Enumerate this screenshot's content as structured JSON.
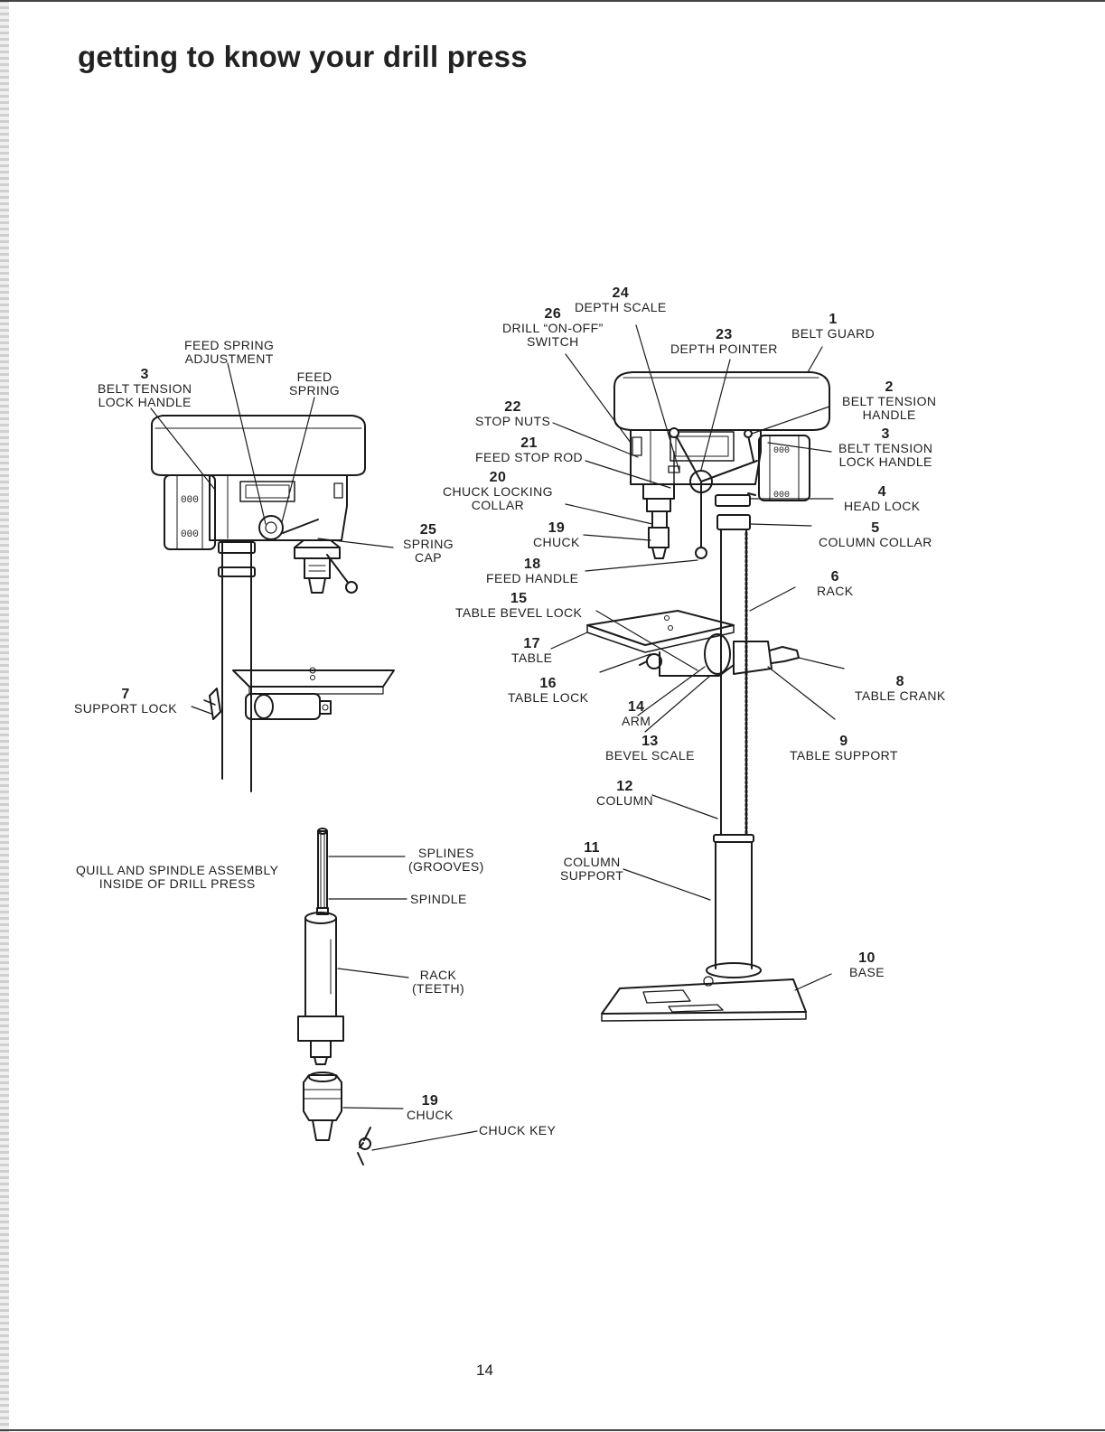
{
  "page": {
    "title": "getting to know your drill press",
    "page_number": "14"
  },
  "labels": {
    "c24": {
      "num": "24",
      "text": "DEPTH SCALE"
    },
    "c26": {
      "num": "26",
      "line1": "DRILL “ON-OFF”",
      "line2": "SWITCH"
    },
    "c23": {
      "num": "23",
      "text": "DEPTH POINTER"
    },
    "c1": {
      "num": "1",
      "text": "BELT GUARD"
    },
    "c2": {
      "num": "2",
      "line1": "BELT TENSION",
      "line2": "HANDLE"
    },
    "c3r": {
      "num": "3",
      "line1": "BELT TENSION",
      "line2": "LOCK HANDLE"
    },
    "c4": {
      "num": "4",
      "text": "HEAD LOCK"
    },
    "c5": {
      "num": "5",
      "text": "COLUMN COLLAR"
    },
    "c6": {
      "num": "6",
      "text": "RACK"
    },
    "c8": {
      "num": "8",
      "text": "TABLE CRANK"
    },
    "c9": {
      "num": "9",
      "text": "TABLE SUPPORT"
    },
    "c10": {
      "num": "10",
      "text": "BASE"
    },
    "c11": {
      "num": "11",
      "line1": "COLUMN",
      "line2": "SUPPORT"
    },
    "c12": {
      "num": "12",
      "text": "COLUMN"
    },
    "c13": {
      "num": "13",
      "text": "BEVEL SCALE"
    },
    "c14": {
      "num": "14",
      "text": "ARM"
    },
    "c15": {
      "num": "15",
      "text": "TABLE BEVEL LOCK"
    },
    "c16": {
      "num": "16",
      "text": "TABLE LOCK"
    },
    "c17": {
      "num": "17",
      "text": "TABLE"
    },
    "c18": {
      "num": "18",
      "text": "FEED HANDLE"
    },
    "c19": {
      "num": "19",
      "text": "CHUCK"
    },
    "c20": {
      "num": "20",
      "line1": "CHUCK LOCKING",
      "line2": "COLLAR"
    },
    "c21": {
      "num": "21",
      "text": "FEED STOP ROD"
    },
    "c22": {
      "num": "22",
      "text": "STOP NUTS"
    },
    "c25": {
      "num": "25",
      "line1": "SPRING",
      "line2": "CAP"
    },
    "feed_spring_adj": {
      "line1": "FEED SPRING",
      "line2": "ADJUSTMENT"
    },
    "c3l": {
      "num": "3",
      "line1": "BELT TENSION",
      "line2": "LOCK HANDLE"
    },
    "feed_spring": {
      "line1": "FEED",
      "line2": "SPRING"
    },
    "c7": {
      "num": "7",
      "text": "SUPPORT LOCK"
    },
    "quill": {
      "line1": "QUILL AND SPINDLE ASSEMBLY",
      "line2": "INSIDE OF DRILL PRESS"
    },
    "splines": {
      "line1": "SPLINES",
      "line2": "(GROOVES)"
    },
    "spindle": {
      "text": "SPINDLE"
    },
    "rack_teeth": {
      "line1": "RACK",
      "line2": "(TEETH)"
    },
    "c19b": {
      "num": "19",
      "text": "CHUCK"
    },
    "chuck_key": {
      "text": "CHUCK KEY"
    }
  }
}
